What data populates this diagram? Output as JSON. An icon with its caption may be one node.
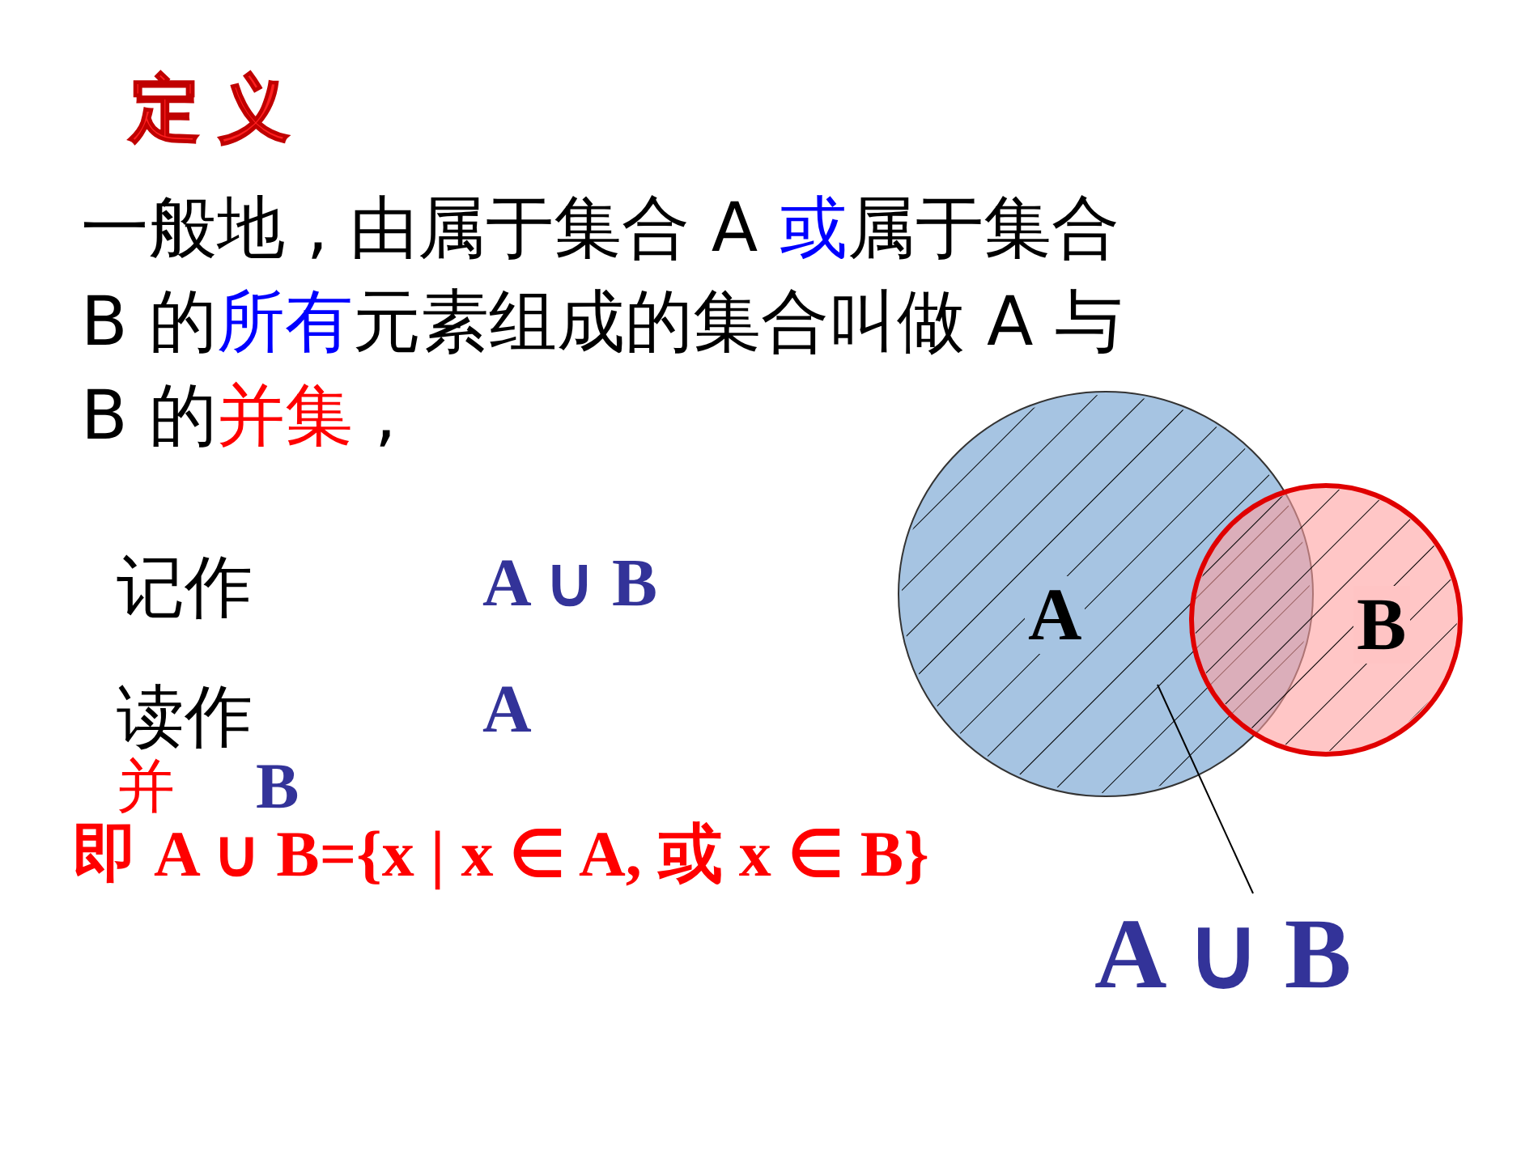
{
  "diagram": {
    "nodes": [
      {
        "text": [
          "A"
        ]
      },
      {
        "text": [
          "B"
        ]
      },
      {
        "text": [
          "A ∪ B"
        ]
      }
    ],
    "edges": [
      {
        "from": 2,
        "to": 0,
        "arrow": "none"
      }
    ],
    "labels": [
      "定 义",
      "一般地 , 由属于集合 A ",
      "或",
      "属于集合 B 的",
      "所有",
      "元素组成的集合叫做 A 与 B 的",
      "并集",
      " ,",
      "记作",
      "A ∪ B",
      "读作",
      "A",
      "并",
      "B",
      "即 A ∪ B={x | x ∈ A, 或 x ∈ B}"
    ]
  }
}
